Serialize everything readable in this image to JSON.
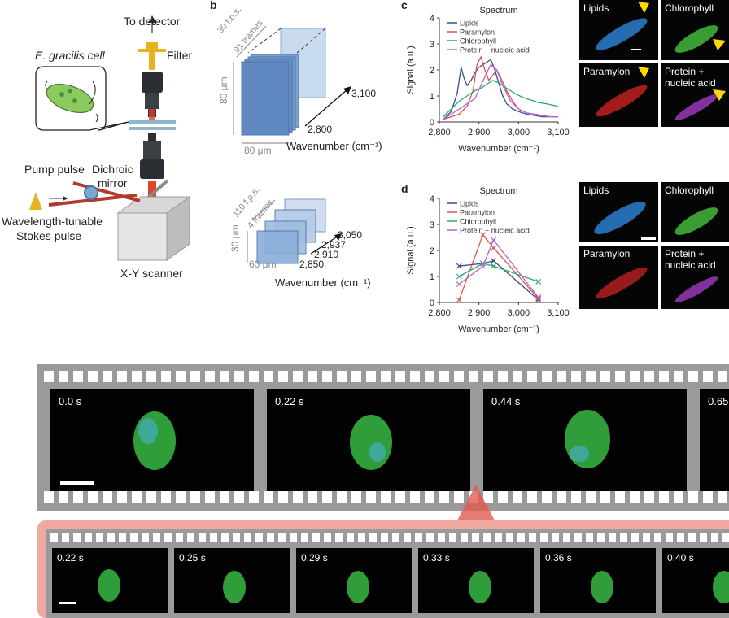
{
  "panel_a": {
    "to_detector": "To detector",
    "filter": "Filter",
    "cell_label": "E. gracilis cell",
    "pump": "Pump pulse",
    "dichroic": "Dichroic",
    "mirror": "mirror",
    "tunable": "Wavelength-tunable",
    "stokes": "Stokes pulse",
    "scanner": "X-Y scanner"
  },
  "panel_b": {
    "letter": "b",
    "top": {
      "fps": "30 f.p.s.",
      "frames": "91 frames",
      "height": "80 μm",
      "width": "80 μm",
      "w1": "3,100",
      "w2": "2,800",
      "axis": "Wavenumber (cm⁻¹)"
    },
    "bottom": {
      "fps": "110 f.p.s.",
      "frames": "4 frames",
      "height": "30 μm",
      "width": "60 μm",
      "w1": "3,050",
      "w2": "2,937",
      "w3": "2,910",
      "w4": "2,850",
      "axis": "Wavenumber (cm⁻¹)"
    }
  },
  "panel_c": {
    "letter": "c",
    "chart_data": {
      "type": "line",
      "title": "Spectrum",
      "xlabel": "Wavenumber (cm⁻¹)",
      "ylabel": "Signal (a.u.)",
      "xlim": [
        2800,
        3100
      ],
      "ylim": [
        0,
        4
      ],
      "xticks": [
        "2,800",
        "2,900",
        "3,000",
        "3,100"
      ],
      "yticks": [
        "0",
        "1",
        "2",
        "3",
        "4"
      ],
      "legend": "top-right",
      "series": [
        {
          "name": "Lipids",
          "color": "#3b4a8c",
          "x": [
            2810,
            2830,
            2845,
            2855,
            2862,
            2870,
            2880,
            2890,
            2900,
            2910,
            2920,
            2930,
            2940,
            2950,
            2960,
            2970,
            2985,
            3000,
            3020,
            3040,
            3060,
            3080,
            3100
          ],
          "y": [
            0.1,
            0.4,
            1.1,
            2.1,
            1.7,
            1.4,
            1.6,
            1.9,
            2.1,
            2.2,
            2.3,
            2.4,
            2.0,
            1.5,
            1.0,
            0.7,
            0.5,
            0.4,
            0.3,
            0.25,
            0.2,
            0.2,
            0.2
          ]
        },
        {
          "name": "Paramylon",
          "color": "#d9534f",
          "x": [
            2810,
            2830,
            2850,
            2870,
            2885,
            2895,
            2905,
            2915,
            2925,
            2935,
            2945,
            2955,
            2970,
            2985,
            3000,
            3020,
            3040,
            3060,
            3080,
            3100
          ],
          "y": [
            0.1,
            0.2,
            0.3,
            0.6,
            1.2,
            2.2,
            2.5,
            2.0,
            1.6,
            1.8,
            2.0,
            1.7,
            1.2,
            0.8,
            0.5,
            0.35,
            0.3,
            0.25,
            0.2,
            0.2
          ]
        },
        {
          "name": "Chlorophyll",
          "color": "#2aa872",
          "x": [
            2810,
            2830,
            2850,
            2870,
            2890,
            2905,
            2920,
            2935,
            2950,
            2970,
            2990,
            3010,
            3030,
            3050,
            3070,
            3100
          ],
          "y": [
            0.2,
            0.5,
            0.8,
            1.0,
            1.2,
            1.3,
            1.45,
            1.6,
            1.5,
            1.3,
            1.1,
            0.95,
            0.85,
            0.75,
            0.7,
            0.6
          ]
        },
        {
          "name": "Protein + nucleic acid",
          "color": "#b565c9",
          "x": [
            2810,
            2830,
            2850,
            2870,
            2890,
            2905,
            2920,
            2930,
            2945,
            2960,
            2980,
            3000,
            3020,
            3040,
            3060,
            3080,
            3100
          ],
          "y": [
            0.1,
            0.3,
            0.5,
            0.7,
            0.9,
            1.4,
            1.9,
            2.2,
            2.0,
            1.4,
            0.8,
            0.5,
            0.35,
            0.3,
            0.25,
            0.2,
            0.2
          ]
        }
      ]
    }
  },
  "panel_d": {
    "letter": "d",
    "chart_data": {
      "type": "line",
      "title": "Spectrum",
      "xlabel": "Wavenumber (cm⁻¹)",
      "ylabel": "Signal (a.u.)",
      "xlim": [
        2800,
        3100
      ],
      "ylim": [
        0,
        4
      ],
      "xticks": [
        "2,800",
        "2,900",
        "3,000",
        "3,100"
      ],
      "yticks": [
        "0",
        "1",
        "2",
        "3",
        "4"
      ],
      "legend": "top-right",
      "markers": "x",
      "series": [
        {
          "name": "Lipids",
          "color": "#3b4a8c",
          "x": [
            2850,
            2910,
            2937,
            3050
          ],
          "y": [
            1.4,
            1.5,
            1.6,
            0.1
          ]
        },
        {
          "name": "Paramylon",
          "color": "#d9534f",
          "x": [
            2850,
            2910,
            2937,
            3050
          ],
          "y": [
            0.1,
            2.6,
            2.1,
            0.15
          ]
        },
        {
          "name": "Chlorophyll",
          "color": "#2aa872",
          "x": [
            2850,
            2910,
            2937,
            3050
          ],
          "y": [
            1.0,
            1.5,
            1.4,
            0.8
          ]
        },
        {
          "name": "Protein + nucleic acid",
          "color": "#b565c9",
          "x": [
            2850,
            2910,
            2937,
            3050
          ],
          "y": [
            0.7,
            1.4,
            2.4,
            0.2
          ]
        }
      ]
    }
  },
  "micro_c": {
    "lipids": "Lipids",
    "chlorophyll": "Chlorophyll",
    "paramylon": "Paramylon",
    "protein1": "Protein +",
    "protein2": "nucleic acid"
  },
  "micro_d": {
    "lipids": "Lipids",
    "chlorophyll": "Chlorophyll",
    "paramylon": "Paramylon",
    "protein1": "Protein +",
    "protein2": "nucleic acid"
  },
  "strip_top": {
    "times": [
      "0.0 s",
      "0.22 s",
      "0.44 s",
      "0.65"
    ]
  },
  "strip_bottom": {
    "times": [
      "0.22 s",
      "0.25 s",
      "0.29 s",
      "0.33 s",
      "0.36 s",
      "0.40 s"
    ]
  },
  "colors": {
    "film_gray": "#9a9a9a",
    "film_pink": "#f0a9a1",
    "laser_red": "#e0452b"
  }
}
